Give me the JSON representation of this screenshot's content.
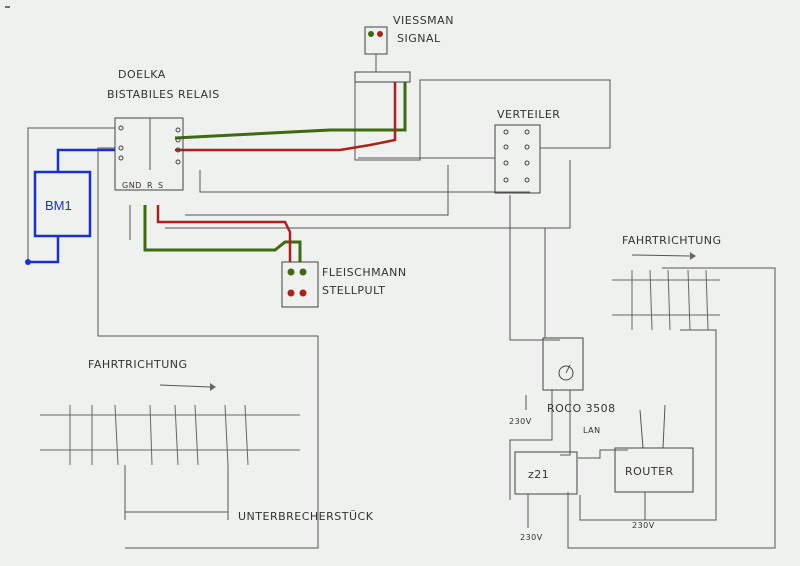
{
  "labels": {
    "relay_maker": "DOELKA",
    "relay_type": "BISTABILES RELAIS",
    "signal_line1": "VIESSMAN",
    "signal_line2": "SIGNAL",
    "distributor": "VERTEILER",
    "bm1": "BM1",
    "panel_line1": "FLEISCHMANN",
    "panel_line2": "STELLPULT",
    "direction_left": "FAHRTRICHTUNG",
    "direction_right": "FAHRTRICHTUNG",
    "roco": "ROCO 3508",
    "voltage_roco": "230V",
    "lan": "LAN",
    "z21": "z21",
    "router": "ROUTER",
    "voltage_z21": "230V",
    "voltage_router": "230V",
    "interrupter": "UNTERBRECHERSTÜCK",
    "pin_r": "R",
    "pin_s": "S",
    "pin_gnd": "GND"
  },
  "colors": {
    "green_wire": "#3d6b12",
    "red_wire": "#b0201a",
    "blue_wire": "#1a2fd0",
    "pencil": "#555555",
    "paper": "#eef1ee"
  }
}
